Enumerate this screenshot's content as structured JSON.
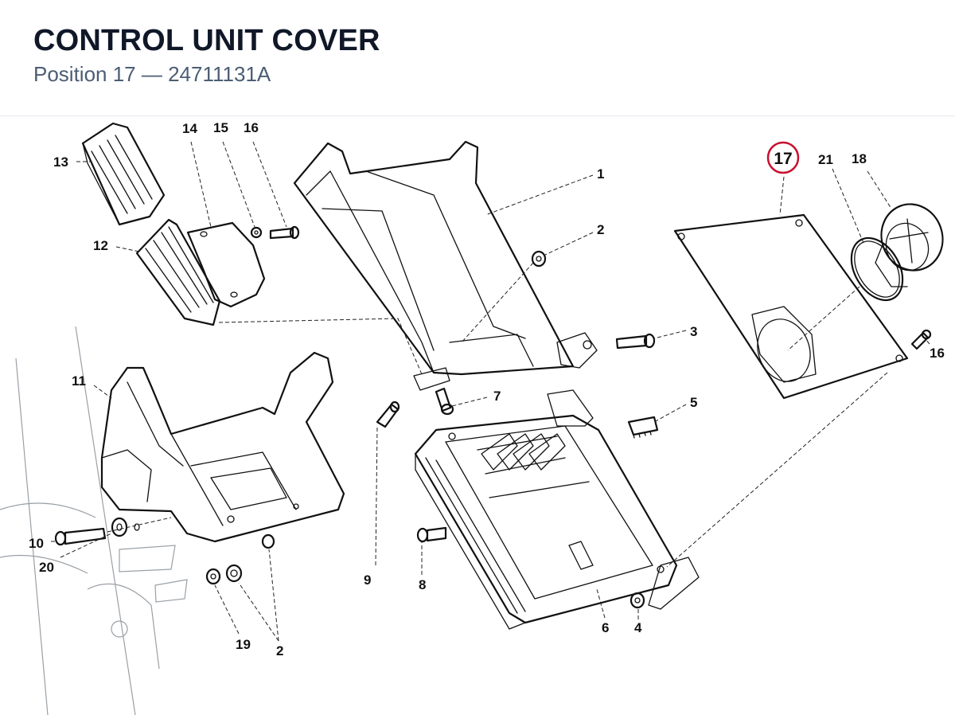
{
  "header": {
    "title": "CONTROL UNIT COVER",
    "subtitle": "Position 17 — 24711131A"
  },
  "highlight_color": "#c8102e",
  "callouts": {
    "c1": "1",
    "c2a": "2",
    "c2b": "2",
    "c3": "3",
    "c4": "4",
    "c5": "5",
    "c6": "6",
    "c7": "7",
    "c8": "8",
    "c9": "9",
    "c10": "10",
    "c11": "11",
    "c12": "12",
    "c13": "13",
    "c14": "14",
    "c15": "15",
    "c16a": "16",
    "c16b": "16",
    "c17": "17",
    "c18": "18",
    "c19": "19",
    "c20": "20",
    "c21": "21"
  }
}
